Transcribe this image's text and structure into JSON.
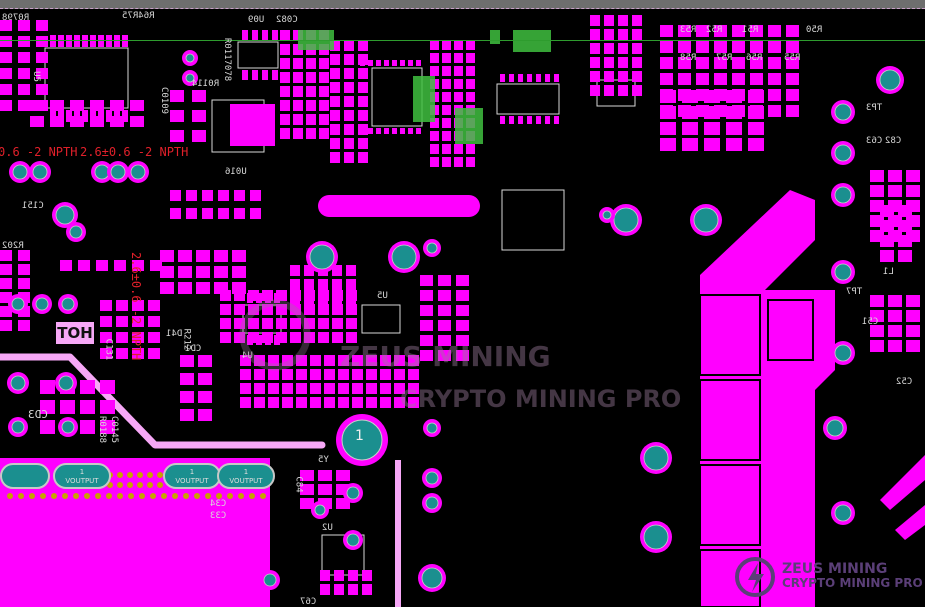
{
  "colors": {
    "copper": "#ff00ff",
    "via": "#1b8f8f",
    "silk": "#d8d8d8",
    "trace": "#f7a8f7",
    "note": "#e0202a",
    "selected": "#3fbf3f"
  },
  "labels": {
    "r64r75": "R64R75",
    "u09": "U09",
    "c082": "C082",
    "u5_top": "U5",
    "r0798": "R0798",
    "r0114": "R0114",
    "c0109": "C0109",
    "r0117078": "R0117078",
    "u016": "U016",
    "c151": "C151",
    "r202": "R202",
    "u4": "U4",
    "u5": "U5",
    "u2": "U2",
    "y5": "Y5",
    "d41": "D41",
    "l1": "L1",
    "cd1": "CD1",
    "cd3": "CD3",
    "r0188": "R0188",
    "c0145": "C0145",
    "r212": "R212",
    "c131": "C131",
    "tp3": "TP3",
    "tp7": "TP7",
    "c82": "C82",
    "c63": "C63",
    "c51": "C51",
    "c52": "C52",
    "r51": "R51",
    "r52": "R52",
    "r53": "R53",
    "r50": "R50",
    "r55": "R55",
    "r56": "R56",
    "r57": "R57",
    "r58": "R58",
    "c34": "C34",
    "c33": "C33",
    "c84": "C84",
    "c67": "C67"
  },
  "notes": {
    "npth_left": "0.6 -2 NPTH",
    "npth_right": "2.6±0.6 -2 NPTH",
    "npth_vertical": "2.6±0.6 -2 NPTH"
  },
  "hot_label": "HOT",
  "voutput": {
    "pin": "1",
    "name": "VOUTPUT"
  },
  "pin_one": "1",
  "watermark": {
    "brand": "ZEUS MINING",
    "tagline": "CRYPTO MINING PRO"
  }
}
